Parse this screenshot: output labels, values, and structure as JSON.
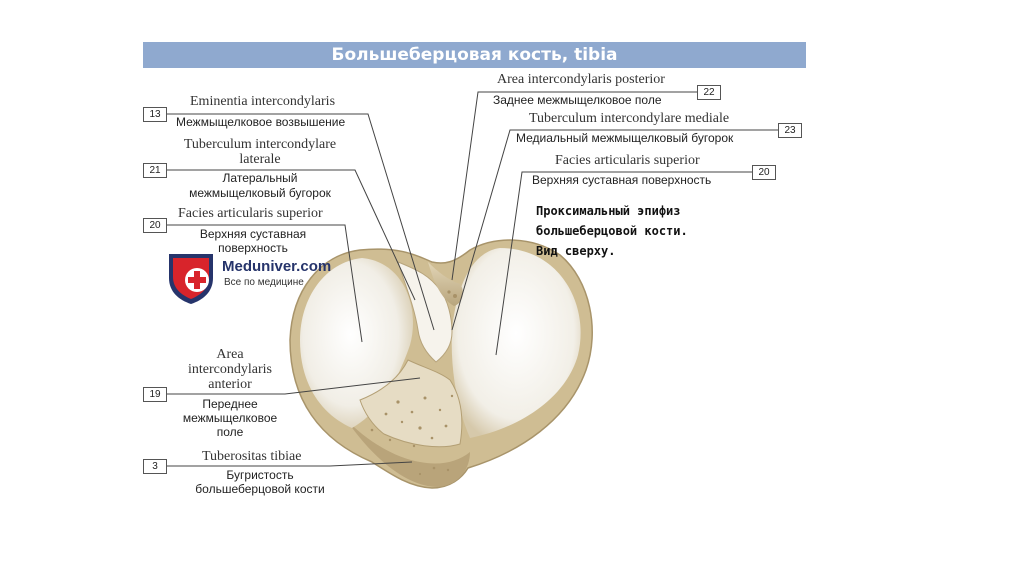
{
  "title": "Большеберцовая кость, tibia",
  "note": [
    "Проксимальный эпифиз",
    "большеберцовой кости.",
    "Вид сверху."
  ],
  "logo": {
    "name": "Meduniver.com",
    "tagline": "Все по медицине"
  },
  "labels": {
    "eminentia": {
      "number": "13",
      "latin": "Eminentia intercondylaris",
      "russian": "Межмыщелковое возвышение"
    },
    "tuberculum_laterale": {
      "number": "21",
      "latin_1": "Tuberculum intercondylare",
      "latin_2": "laterale",
      "russian_1": "Латеральный",
      "russian_2": "межмыщелковый бугорок"
    },
    "facies_left": {
      "number": "20",
      "latin": "Facies articularis superior",
      "russian_1": "Верхняя суставная",
      "russian_2": "поверхность"
    },
    "area_anterior": {
      "number": "19",
      "latin_1": "Area",
      "latin_2": "intercondylaris",
      "latin_3": "anterior",
      "russian_1": "Переднее",
      "russian_2": "межмыщелковое",
      "russian_3": "поле"
    },
    "tuberositas": {
      "number": "3",
      "latin": "Tuberositas tibiae",
      "russian_1": "Бугристость",
      "russian_2": "большеберцовой кости"
    },
    "area_posterior": {
      "number": "22",
      "latin": "Area intercondylaris posterior",
      "russian": "Заднее межмыщелковое поле"
    },
    "tuberculum_mediale": {
      "number": "23",
      "latin": "Tuberculum intercondylare mediale",
      "russian": "Медиальный межмыщелковый бугорок"
    },
    "facies_right": {
      "number": "20",
      "latin": "Facies articularis superior",
      "russian": "Верхняя суставная поверхность"
    }
  },
  "colors": {
    "title_bar": "#8fa9cf",
    "bone_surface": "#f3f1ea",
    "bone_rim": "#c9b78f",
    "leader": "#444444",
    "logo_red": "#d8242b",
    "logo_blue": "#26346b"
  }
}
